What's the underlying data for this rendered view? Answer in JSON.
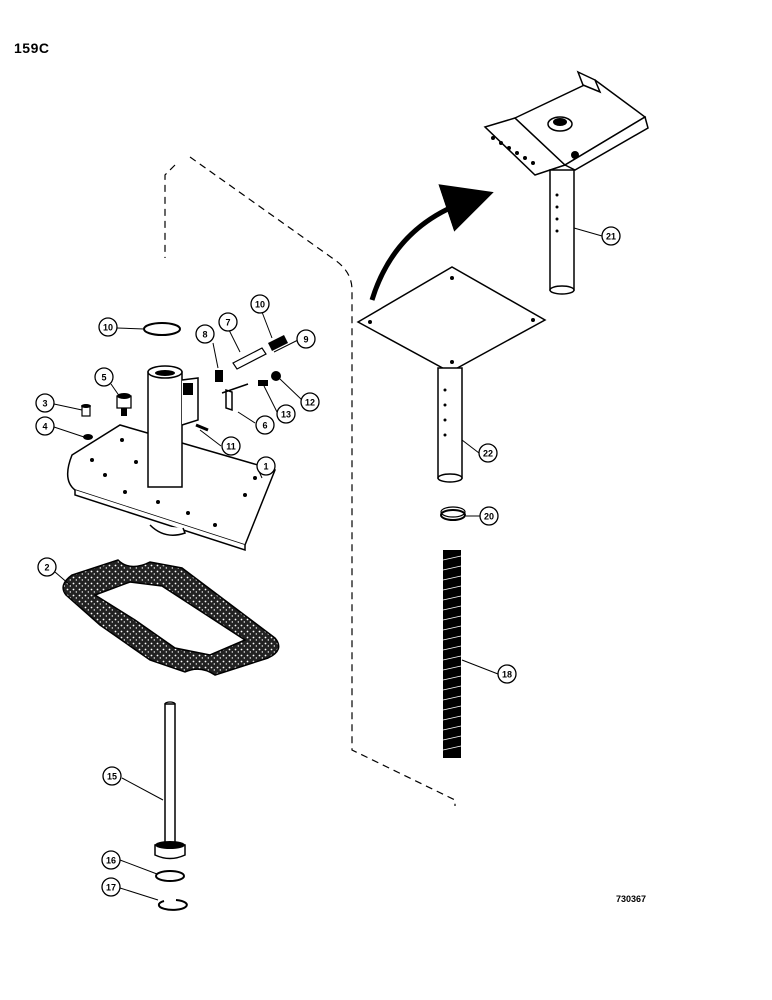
{
  "page": {
    "id": "159C",
    "drawing_number": "730367"
  },
  "callouts": [
    {
      "key": "c1",
      "label": "1"
    },
    {
      "key": "c2",
      "label": "2"
    },
    {
      "key": "c3",
      "label": "3"
    },
    {
      "key": "c4",
      "label": "4"
    },
    {
      "key": "c5",
      "label": "5"
    },
    {
      "key": "c6",
      "label": "6"
    },
    {
      "key": "c7",
      "label": "7"
    },
    {
      "key": "c8",
      "label": "8"
    },
    {
      "key": "c9",
      "label": "9"
    },
    {
      "key": "c10a",
      "label": "10"
    },
    {
      "key": "c10b",
      "label": "10"
    },
    {
      "key": "c11",
      "label": "11"
    },
    {
      "key": "c12",
      "label": "12"
    },
    {
      "key": "c13",
      "label": "13"
    },
    {
      "key": "c15",
      "label": "15"
    },
    {
      "key": "c16",
      "label": "16"
    },
    {
      "key": "c17",
      "label": "17"
    },
    {
      "key": "c18",
      "label": "18"
    },
    {
      "key": "c20",
      "label": "20"
    },
    {
      "key": "c21",
      "label": "21"
    },
    {
      "key": "c22",
      "label": "22"
    }
  ]
}
